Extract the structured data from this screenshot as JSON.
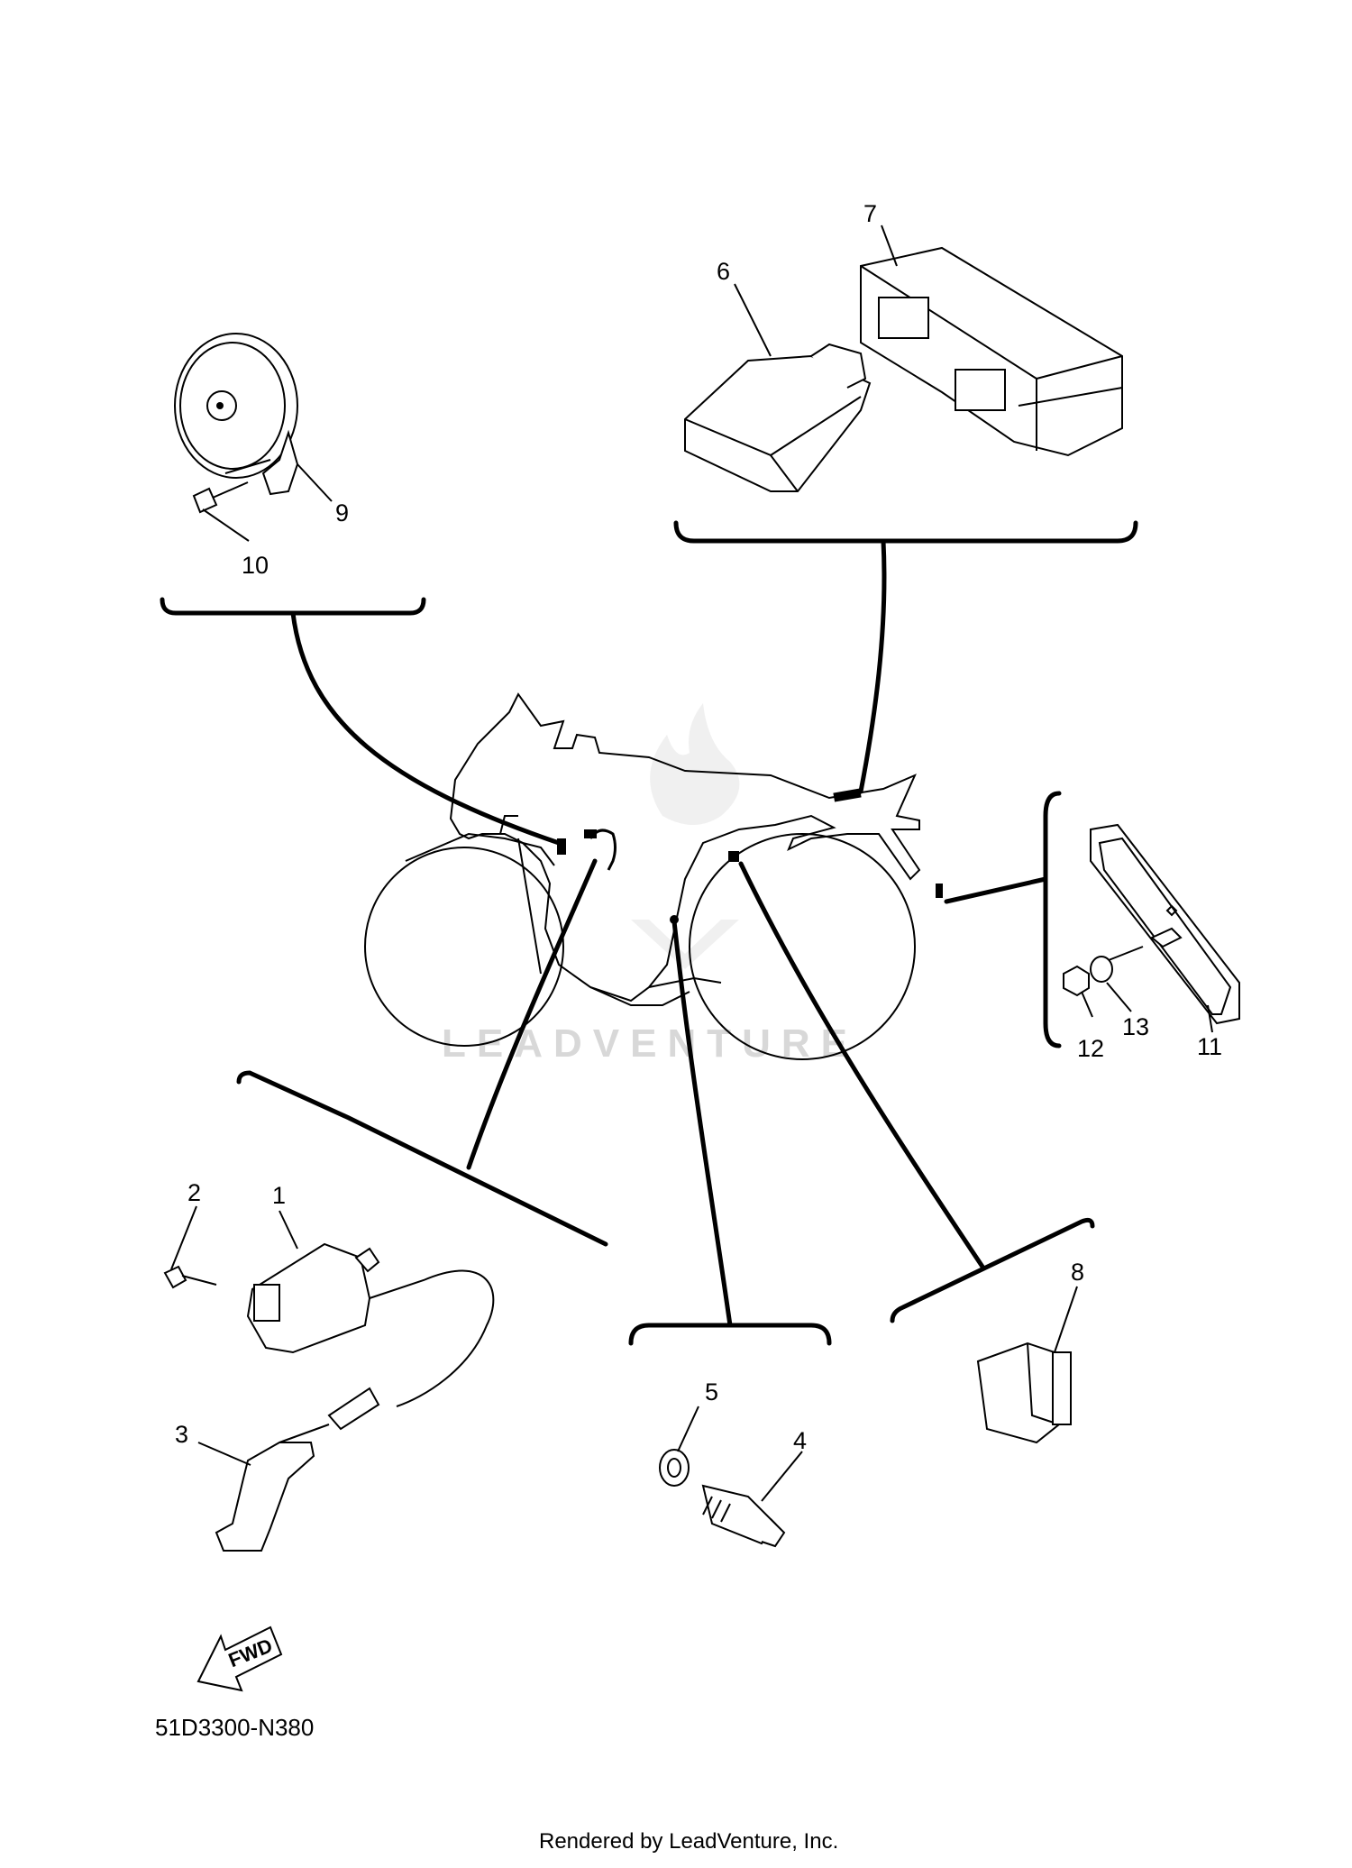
{
  "callouts": [
    {
      "id": "1",
      "label": "1"
    },
    {
      "id": "2",
      "label": "2"
    },
    {
      "id": "3",
      "label": "3"
    },
    {
      "id": "4",
      "label": "4"
    },
    {
      "id": "5",
      "label": "5"
    },
    {
      "id": "6",
      "label": "6"
    },
    {
      "id": "7",
      "label": "7"
    },
    {
      "id": "8",
      "label": "8"
    },
    {
      "id": "9",
      "label": "9"
    },
    {
      "id": "10",
      "label": "10"
    },
    {
      "id": "11",
      "label": "11"
    },
    {
      "id": "12",
      "label": "12"
    },
    {
      "id": "13",
      "label": "13"
    }
  ],
  "watermark": "LEADVENTURE",
  "fwd_label": "FWD",
  "diagram_code": "51D3300-N380",
  "credit": "Rendered by LeadVenture, Inc."
}
